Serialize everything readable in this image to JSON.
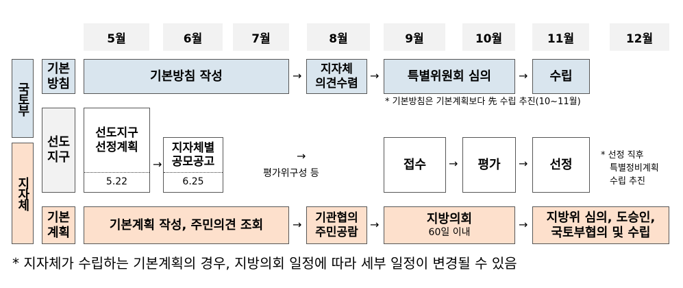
{
  "months": [
    "5월",
    "6월",
    "7월",
    "8월",
    "9월",
    "10월",
    "11월",
    "12월"
  ],
  "groups": {
    "ministry": "국토부",
    "local": "지자체"
  },
  "rows": {
    "policy": {
      "label_1": "기본",
      "label_2": "방침",
      "step1": "기본방침 작성",
      "step2_1": "지자체",
      "step2_2": "의견수렴",
      "step3": "특별위원회 심의",
      "step4": "수립",
      "note": "* 기본방침은 기본계획보다 先 수립 추진(10~11월)"
    },
    "pilot": {
      "label_1": "선도",
      "label_2": "지구",
      "step1_1": "선도지구",
      "step1_2": "선정계획",
      "step1_date": "5.22",
      "step2_1": "지자체별",
      "step2_2": "공모공고",
      "step2_date": "6.25",
      "mid_text": "평가위구성 등",
      "step3": "접수",
      "step4": "평가",
      "step5": "선정",
      "note_1": "* 선정 직후",
      "note_2": "특별정비계획",
      "note_3": "수립 추진"
    },
    "plan": {
      "label_1": "기본",
      "label_2": "계획",
      "step1": "기본계획 작성, 주민의견 조회",
      "step2_1": "기관협의",
      "step2_2": "주민공람",
      "step3": "지방의회",
      "step3_sub": "60일 이내",
      "step4_1": "지방위 심의, 도승인,",
      "step4_2": "국토부협의 및 수립"
    }
  },
  "arrow": "→",
  "footer": "* 지자체가 수립하는 기본계획의 경우, 지방의회 일정에 따라 세부 일정이 변경될 수 있음"
}
